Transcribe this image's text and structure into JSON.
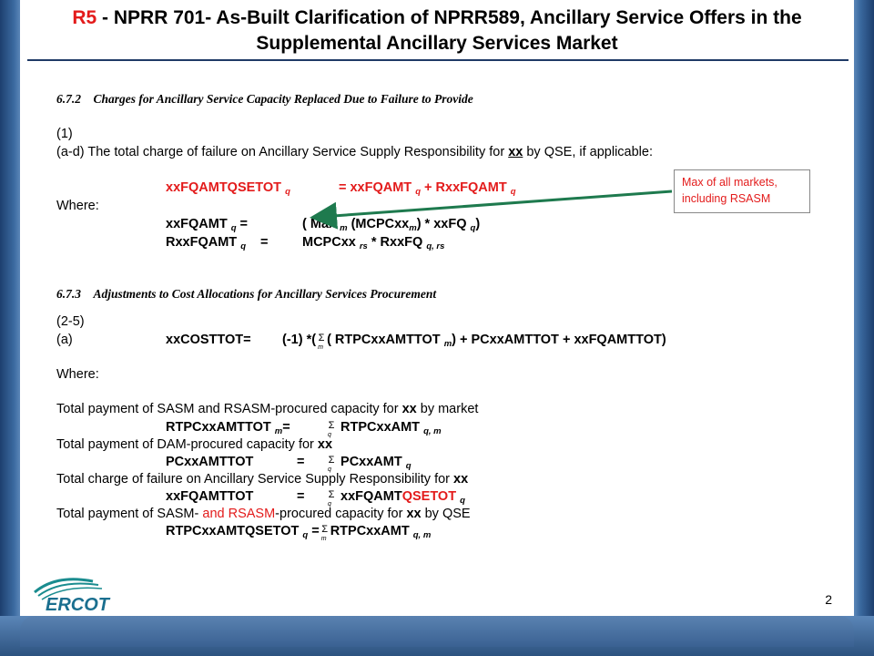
{
  "title": {
    "prefix": "R5",
    "rest": " - NPRR 701- As-Built Clarification of NPRR589, Ancillary Service Offers in the Supplemental Ancillary Services Market"
  },
  "section_672": {
    "heading": "6.7.2 Charges for Ancillary Service Capacity Replaced Due to Failure to Provide",
    "p1": "(1)",
    "p2_pre": "(a-d) The total charge of failure on Ancillary Service Supply Responsibility for ",
    "p2_xx": "xx",
    "p2_post": " by QSE, if applicable:",
    "eq1_lhs": "xxFQAMTQSETOT",
    "eq1_rhs": "= xxFQAMT",
    "eq1_rhs2": " + RxxFQAMT",
    "where": "Where:",
    "eq2_lhs": "xxFQAMT",
    "eq2_eq": "=",
    "eq2_rhs_a": "( Max",
    "eq2_rhs_b": " (MCPCxx",
    "eq2_rhs_c": ") * xxFQ",
    "eq2_rhs_d": ")",
    "eq3_lhs": "RxxFQAMT",
    "eq3_eq": "=",
    "eq3_rhs_a": "MCPCxx",
    "eq3_rhs_b": " * RxxFQ",
    "sub_q": "q",
    "sub_m": "m",
    "sub_rs": "rs",
    "sub_qrs": "q, rs"
  },
  "callout": "Max of all markets, including RSASM",
  "section_673": {
    "heading": "6.7.3 Adjustments to Cost Allocations for Ancillary Services Procurement",
    "p1": "(2-5)",
    "a_label": "(a)",
    "eq_lhs": "xxCOSTTOT=",
    "eq_rhs_a": "(-1) *(",
    "eq_rhs_b": "( RTPCxxAMTTOT",
    "eq_rhs_c": ") + PCxxAMTTOT + xxFQAMTTOT)",
    "where": "Where:",
    "t1_pre": "Total payment of SASM and RSASM-procured capacity for ",
    "t1_xx": "xx",
    "t1_post": " by market",
    "f1_lhs": "RTPCxxAMTTOT",
    "f1_eq": "=",
    "f1_rhs": "RTPCxxAMT",
    "t2_pre": "Total payment of DAM-procured capacity for ",
    "t2_xx": "xx",
    "f2_lhs": "PCxxAMTTOT",
    "f2_eq": "=",
    "f2_rhs": "PCxxAMT",
    "t3_pre": "Total charge of failure on Ancillary Service Supply Responsibility for ",
    "t3_xx": "xx",
    "f3_lhs": "xxFQAMTTOT",
    "f3_eq": "=",
    "f3_rhs_a": "xxFQAMT",
    "f3_rhs_b": "QSETOT",
    "t4_pre": "Total payment of SASM- ",
    "t4_red": "and RSASM",
    "t4_post_a": "-procured capacity for ",
    "t4_xx": "xx",
    "t4_post_b": " by QSE",
    "f4_lhs": "RTPCxxAMTQSETOT",
    "f4_q": "q",
    "f4_eq": " =",
    "f4_rhs": "RTPCxxAMT",
    "sigma": "Σ",
    "sub_m": "m",
    "sub_q": "q",
    "sub_qm": "q, m"
  },
  "page_number": "2",
  "logo_text": "ERCOT",
  "colors": {
    "accent_red": "#e31b1b",
    "frame_blue": "#2c527f",
    "logo_teal": "#1a8c8f"
  }
}
